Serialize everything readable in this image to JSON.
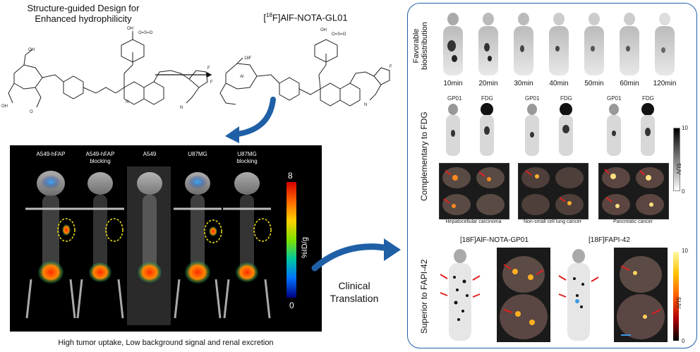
{
  "chemistry": {
    "left_title": "Structure-guided Design for\nEnhanced hydrophilicity",
    "right_title": "[18F]AlF-NOTA-GL01",
    "right_superscript": "18",
    "right_title_rest": "F]AlF-NOTA-GL01"
  },
  "pet_panel": {
    "labels": [
      "A549-hFAP",
      "A549-hFAP\nblocking",
      "A549",
      "U87MG",
      "U87MG\nblocking"
    ],
    "colorbar_max": "8",
    "colorbar_min": "0",
    "colorbar_unit": "%ID/g"
  },
  "caption_bottom": "High tumor uptake, Low background signal and renal excretion",
  "arrow_text": "Clinical\nTranslation",
  "right": {
    "section1_label": "Favorable\nbiodistribution",
    "time_points": [
      "10min",
      "20min",
      "30min",
      "40min",
      "50min",
      "60min",
      "120min"
    ],
    "section2_label": "Complementary to FDG",
    "fdg_pairs": [
      {
        "left": "GP01",
        "right": "FDG",
        "caption": "Hepatocellular carcinoma"
      },
      {
        "left": "GP01",
        "right": "FDG",
        "caption": "Non-small cell lung cancer"
      },
      {
        "left": "GP01",
        "right": "FDG",
        "caption": "Pancreatic cancer"
      }
    ],
    "suv_bar1": {
      "max": "10",
      "min": "0",
      "unit": "SUV"
    },
    "section3_label": "Superior to FAPI-42",
    "compare_left_title": "[18F]AlF-NOTA-GP01",
    "compare_right_title": "[18F]FAPI-42",
    "suv_bar2": {
      "max": "10",
      "min": "0",
      "unit": "SUV"
    }
  },
  "colors": {
    "accent_blue": "#1f5fa6",
    "tumor_ring": "#f2e21a",
    "arrow_red": "#e02020"
  }
}
